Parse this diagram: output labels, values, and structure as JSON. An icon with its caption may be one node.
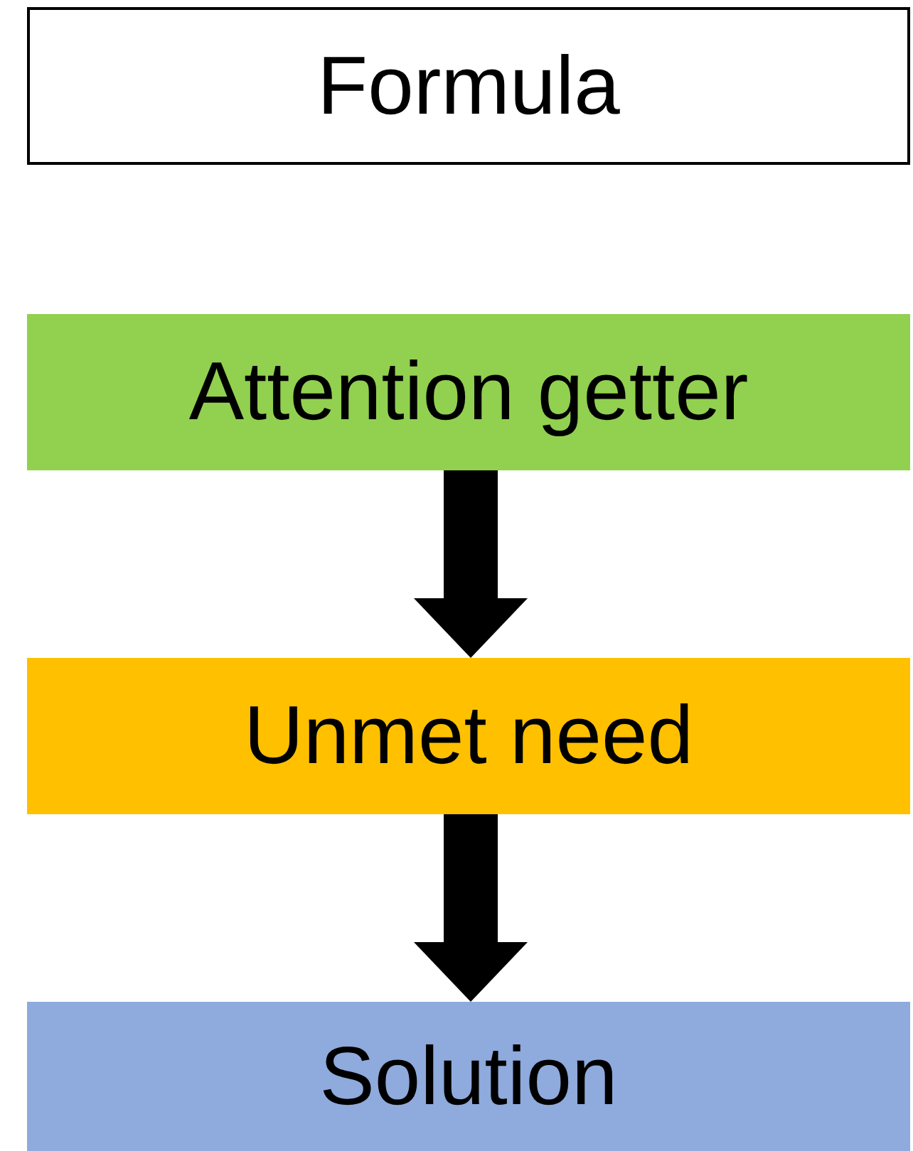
{
  "diagram": {
    "nodes": [
      {
        "text": [
          "Formula"
        ]
      },
      {
        "text": [
          "Attention getter"
        ]
      },
      {
        "text": [
          "Unmet need"
        ]
      },
      {
        "text": [
          "Solution"
        ]
      }
    ],
    "edges": [
      {
        "from": 1,
        "to": 2,
        "arrow": "to"
      },
      {
        "from": 2,
        "to": 3,
        "arrow": "to"
      }
    ]
  }
}
